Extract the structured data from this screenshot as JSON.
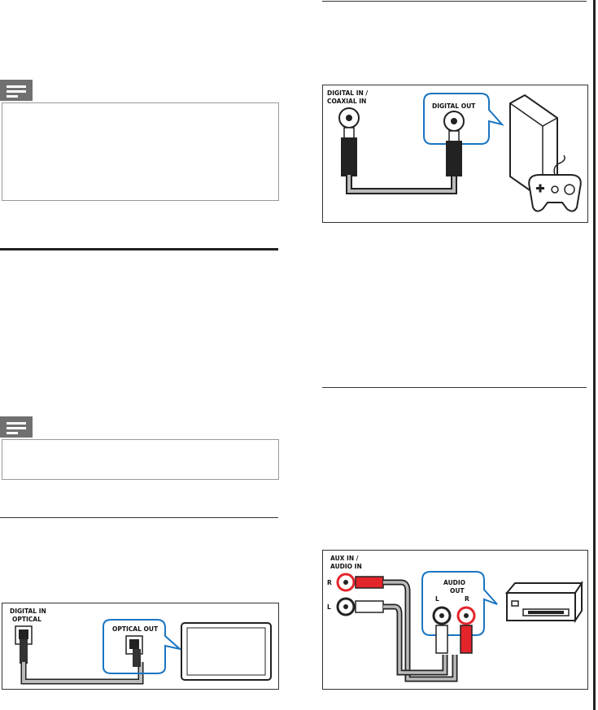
{
  "figures": {
    "game_console": {
      "in_label_1": "DIGITAL IN /",
      "in_label_2": "COAXIAL IN",
      "out_label": "DIGITAL OUT"
    },
    "tv_optical": {
      "in_label_1": "DIGITAL IN",
      "in_label_2": "OPTICAL",
      "out_label": "OPTICAL OUT"
    },
    "analog_audio": {
      "in_label_1": "AUX IN /",
      "in_label_2": "AUDIO IN",
      "r_label": "R",
      "l_label": "L",
      "out_top": "AUDIO",
      "out_mid": "OUT",
      "out_l": "L",
      "out_r": "R"
    }
  },
  "colors": {
    "highlight_blue": "#1a75c2",
    "cable_grey": "#888888",
    "plug_red": "#e3242b",
    "note_grey": "#707070"
  },
  "icons": [
    "note-icon",
    "game-console-icon",
    "gamepad-icon",
    "tv-icon",
    "dvd-player-icon"
  ]
}
